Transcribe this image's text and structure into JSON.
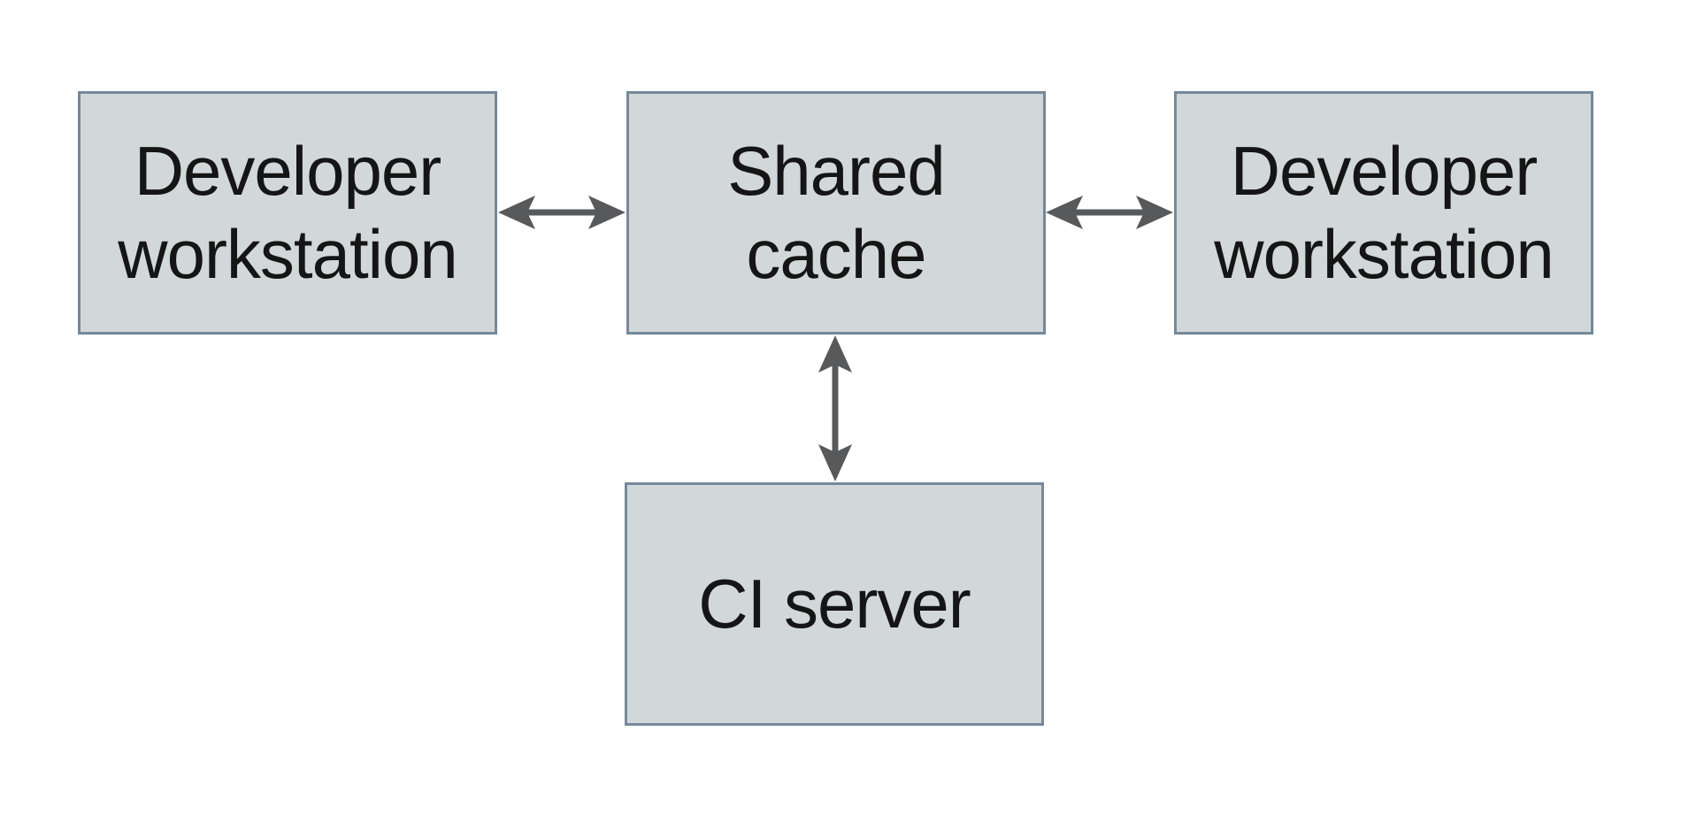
{
  "diagram": {
    "description": "Shared cache build architecture diagram",
    "nodes": [
      {
        "id": "developer-workstation-left",
        "label": "Developer\nworkstation"
      },
      {
        "id": "shared-cache",
        "label": "Shared\ncache"
      },
      {
        "id": "developer-workstation-right",
        "label": "Developer\nworkstation"
      },
      {
        "id": "ci-server",
        "label": "CI server"
      }
    ],
    "edges": [
      {
        "from": "developer-workstation-left",
        "to": "shared-cache",
        "direction": "bidirectional"
      },
      {
        "from": "shared-cache",
        "to": "developer-workstation-right",
        "direction": "bidirectional"
      },
      {
        "from": "shared-cache",
        "to": "ci-server",
        "direction": "bidirectional"
      }
    ],
    "colors": {
      "node_fill": "#d2d8da",
      "node_border": "#74899a",
      "arrow": "#58595b",
      "text": "#151515",
      "background": "#ffffff"
    }
  }
}
